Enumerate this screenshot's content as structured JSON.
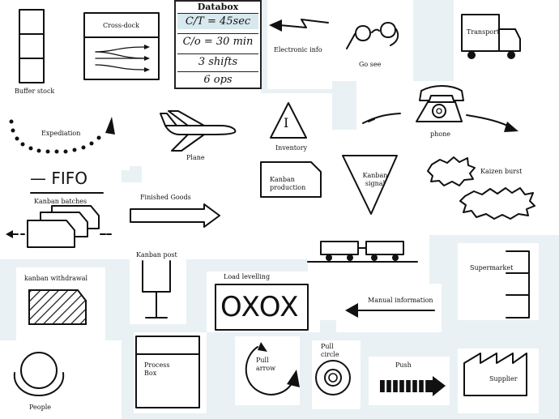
{
  "labels": {
    "buffer_stock": "Buffer stock",
    "cross_dock": "Cross-dock",
    "electronic_info": "Electronic info",
    "go_see": "Go see",
    "transport": "Transport",
    "expediation": "Expediation",
    "plane": "Plane",
    "inventory": "Inventory",
    "inventory_mark": "I",
    "phone": "phone",
    "fifo": "— FIFO",
    "kanban_production": "Kanban production",
    "kanban_signal": "Kanban signal",
    "kaizen_burst": "Kaizen burst",
    "kanban_batches": "Kanban batches",
    "finished_goods": "Finished Goods",
    "kanban_post": "Kanban post",
    "supermarket": "Supermarket",
    "kanban_withdrawal": "kanban withdrawal",
    "load_levelling": "Load levelling",
    "load_levelling_marks": "OXOX",
    "manual_information": "Manual information",
    "people": "People",
    "process_box": "Process Box",
    "pull_arrow": "Pull arrow",
    "pull_circle": "Pull circle",
    "push": "Push",
    "supplier": "Supplier"
  },
  "databox": {
    "title": "Databox",
    "rows": [
      "C/T = 45sec",
      "C/o = 30 min",
      "3 shifts",
      "6 ops"
    ]
  },
  "colors": {
    "background_panel": "#e9f1f4",
    "databox_header": "#d7e9ee",
    "ink": "#111111"
  },
  "icons": [
    "buffer-stock-icon",
    "cross-dock-icon",
    "electronic-info-arrow-icon",
    "glasses-icon",
    "truck-icon",
    "expedite-arc-icon",
    "plane-icon",
    "inventory-triangle-icon",
    "phone-icon",
    "kanban-production-icon",
    "kanban-signal-icon",
    "kaizen-burst-icon",
    "kanban-batches-icon",
    "finished-goods-arrow-icon",
    "kanban-post-icon",
    "train-icon",
    "supermarket-icon",
    "kanban-withdrawal-icon",
    "load-levelling-icon",
    "manual-info-arrow-icon",
    "people-icon",
    "process-box-icon",
    "pull-arrow-icon",
    "pull-circle-icon",
    "push-arrow-icon",
    "factory-icon"
  ]
}
